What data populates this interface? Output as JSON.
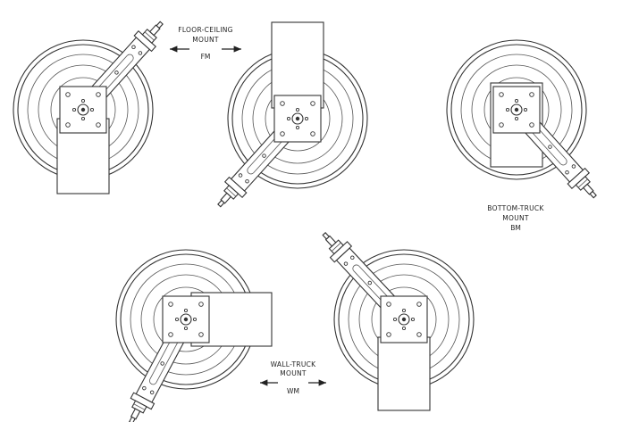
{
  "figure": {
    "colors": {
      "ink": "#333333",
      "background": "#ffffff"
    },
    "captions": {
      "floor_ceiling": {
        "line1": "FLOOR-CEILING",
        "line2": "MOUNT",
        "code": "FM"
      },
      "bottom_truck": {
        "line1": "BOTTOM-TRUCK",
        "line2": "MOUNT",
        "code": "BM"
      },
      "wall_truck": {
        "line1": "WALL-TRUCK",
        "line2": "MOUNT",
        "code": "WM"
      }
    }
  }
}
